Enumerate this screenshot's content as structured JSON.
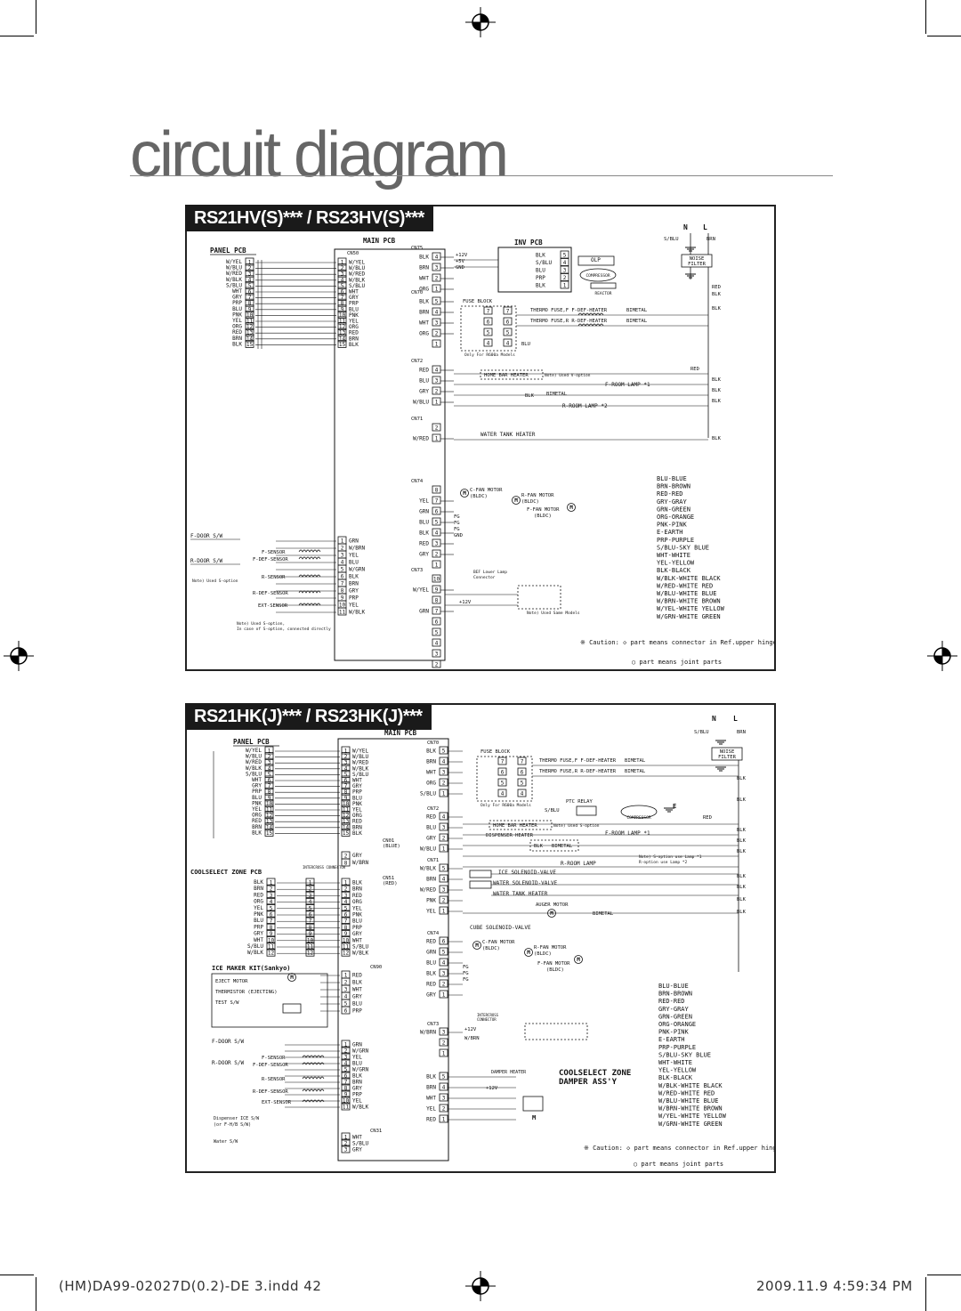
{
  "page": {
    "title": "circuit diagram",
    "footer_left": "(HM)DA99-02027D(0.2)-DE 3.indd   42",
    "footer_right": "2009.11.9   4:59:34 PM"
  },
  "diagram1": {
    "header": "RS21HV(S)*** / RS23HV(S)***",
    "panel_pcb": "PANEL PCB",
    "main_pcb": "MAIN PCB",
    "inv_pcb": "INV PCB",
    "noise_filter": "NOISE FILTER",
    "power_n": "N",
    "power_l": "L",
    "panel_wires": [
      "W/YEL",
      "W/BLU",
      "W/RED",
      "W/BLK",
      "S/BLU",
      "WHT",
      "GRY",
      "PRP",
      "BLU",
      "PNK",
      "YEL",
      "ORG",
      "RED",
      "BRN",
      "BLK"
    ],
    "main_wires": [
      "W/YEL",
      "W/BLU",
      "W/RED",
      "W/BLK",
      "S/BLU",
      "WHT",
      "GRY",
      "PRP",
      "BLU",
      "PNK",
      "YEL",
      "ORG",
      "RED",
      "BRN",
      "BLK"
    ],
    "sensor_wires": [
      "GRN",
      "W/BRN",
      "YEL",
      "BLU",
      "W/GRN",
      "BLK",
      "BRN",
      "GRY",
      "PRP",
      "YEL",
      "W/BLK"
    ],
    "loads": [
      "OLP",
      "COMPRESSOR",
      "REACTOR",
      "THERMO FUSE,F  F-DEF-HEATER",
      "THERMO FUSE,R  R-DEF-HEATER",
      "HOME BAR HEATER",
      "F-ROOM LAMP *1",
      "R-ROOM LAMP *2",
      "WATER TANK HEATER",
      "C-FAN MOTOR (BLDC)",
      "R-FAN MOTOR (BLDC)",
      "F-FAN MOTOR (BLDC)",
      "FUSE BLOCK",
      "BIMETAL",
      "BIMETAL",
      "BIMETAL"
    ],
    "switches": [
      "F-DOOR S/W",
      "R-DOOR S/W",
      "F-SENSOR",
      "F-DEF-SENSOR",
      "R-SENSOR",
      "R-DEF-SENSOR",
      "EXT-SENSOR"
    ],
    "legend": [
      "BLU-BLUE",
      "BRN-BROWN",
      "RED-RED",
      "GRY-GRAY",
      "GRN-GREEN",
      "ORG-ORANGE",
      "PNK-PINK",
      "E-EARTH",
      "PRP-PURPLE",
      "S/BLU-SKY BLUE",
      "WHT-WHITE",
      "YEL-YELLOW",
      "BLK-BLACK",
      "W/BLK-WHITE BLACK",
      "W/RED-WHITE RED",
      "W/BLU-WHITE BLUE",
      "W/BRN-WHITE BROWN",
      "W/YEL-WHITE YELLOW",
      "W/GRN-WHITE GREEN"
    ],
    "caution_1": "※ Caution: ◇ part means connector in Ref.upper hinge.",
    "caution_2": "○ part means joint parts"
  },
  "diagram2": {
    "header": "RS21HK(J)*** / RS23HK(J)***",
    "panel_pcb": "PANEL PCB",
    "main_pcb": "MAIN PCB",
    "coolselect_pcb": "COOLSELECT ZONE PCB",
    "ice_maker": "ICE MAKER KIT(Sankyo)",
    "noise_filter": "NOISE FILTER",
    "power_n": "N",
    "power_l": "L",
    "panel_wires": [
      "W/YEL",
      "W/BLU",
      "W/RED",
      "W/BLK",
      "S/BLU",
      "WHT",
      "GRY",
      "PRP",
      "BLU",
      "PNK",
      "YEL",
      "ORG",
      "RED",
      "BRN",
      "BLK"
    ],
    "cs_wires": [
      "BLK",
      "BRN",
      "RED",
      "ORG",
      "YEL",
      "PNK",
      "BLU",
      "PRP",
      "GRY",
      "WHT",
      "S/BLU",
      "W/BLK"
    ],
    "ice_parts": [
      "EJECT MOTOR",
      "THERMISTOR (EJECTING)",
      "TEST S/W"
    ],
    "loads": [
      "FUSE BLOCK",
      "THERMO FUSE,F  F-DEF-HEATER",
      "THERMO FUSE,R  R-DEF-HEATER",
      "PTC RELAY",
      "COMPRESSOR",
      "HOME BAR HEATER",
      "DISPENSER HEATER",
      "F-ROOM LAMP *1",
      "R-ROOM LAMP",
      "ICE SOLENOID-VALVE",
      "WATER SOLENOID-VALVE",
      "WATER TANK HEATER",
      "AUGER MOTOR",
      "CUBE SOLENOID-VALVE",
      "C-FAN MOTOR (BLDC)",
      "R-FAN MOTOR (BLDC)",
      "F-FAN MOTOR (BLDC)",
      "DAMPER HEATER"
    ],
    "coolselect_damper": "COOLSELECT ZONE DAMPER ASS'Y",
    "legend": [
      "BLU-BLUE",
      "BRN-BROWN",
      "RED-RED",
      "GRY-GRAY",
      "GRN-GREEN",
      "ORG-ORANGE",
      "PNK-PINK",
      "E-EARTH",
      "PRP-PURPLE",
      "S/BLU-SKY BLUE",
      "WHT-WHITE",
      "YEL-YELLOW",
      "BLK-BLACK",
      "W/BLK-WHITE BLACK",
      "W/RED-WHITE RED",
      "W/BLU-WHITE BLUE",
      "W/BRN-WHITE BROWN",
      "W/YEL-WHITE YELLOW",
      "W/GRN-WHITE GREEN"
    ],
    "caution_1": "※ Caution: ◇ part means connector in Ref.upper hinge.",
    "caution_2": "○ part means joint parts"
  }
}
